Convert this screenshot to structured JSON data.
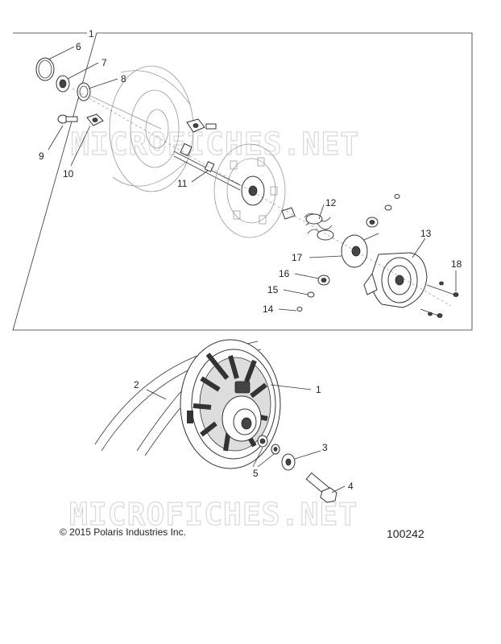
{
  "watermark_text": "MICROFICHES.NET",
  "copyright": "© 2015 Polaris Industries Inc.",
  "diagram_number": "100242",
  "top_labels": [
    "1",
    "6",
    "7",
    "8",
    "9",
    "10",
    "11",
    "12",
    "13",
    "17",
    "16",
    "15",
    "14",
    "18"
  ],
  "bottom_labels": [
    "2",
    "1",
    "3",
    "5",
    "4"
  ]
}
